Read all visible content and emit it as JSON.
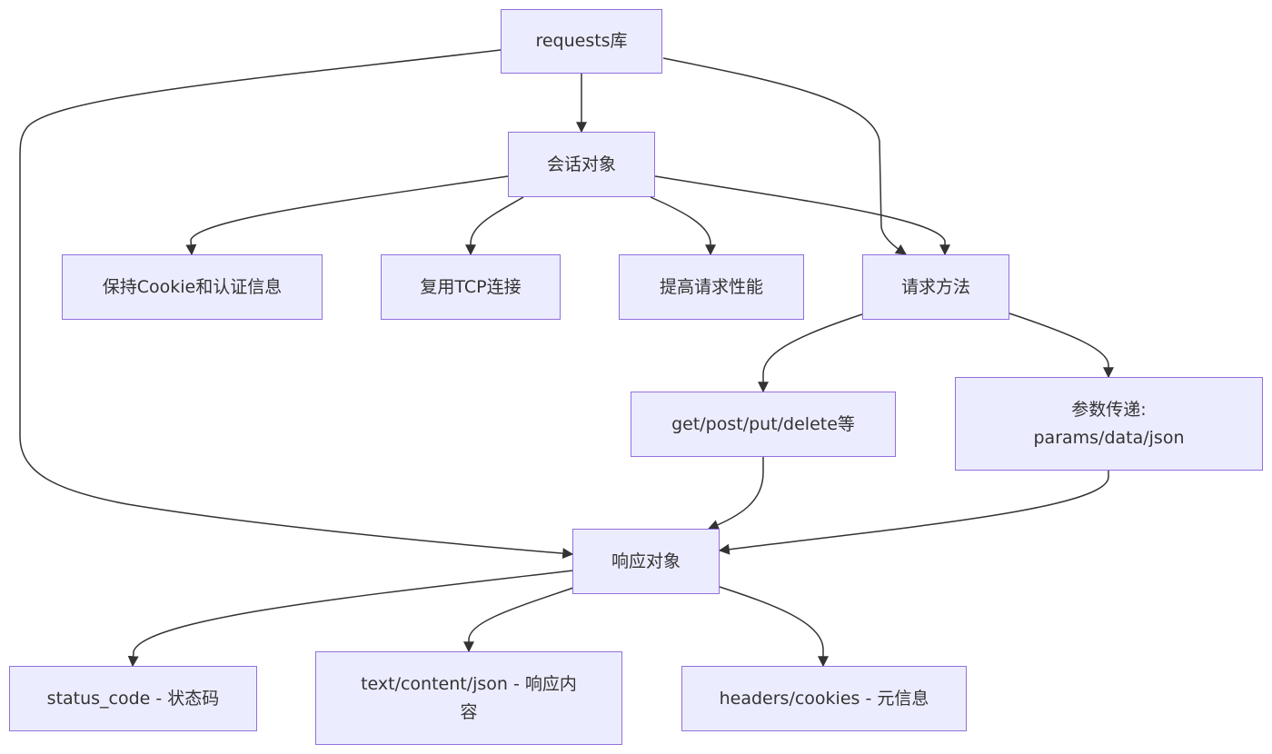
{
  "diagram": {
    "type": "flowchart",
    "colors": {
      "node_fill": "#ECECFF",
      "node_border": "#9370DB",
      "edge": "#333333",
      "text": "#333333"
    },
    "nodes": {
      "requests": "requests库",
      "session": "会话对象",
      "cookie": "保持Cookie和认证信息",
      "tcp": "复用TCP连接",
      "perf": "提高请求性能",
      "method": "请求方法",
      "verbs": "get/post/put/delete等",
      "params": "参数传递:\nparams/data/json",
      "response": "响应对象",
      "status": "status_code - 状态码",
      "text": "text/content/json - 响应内\n容",
      "headers": "headers/cookies - 元信息"
    },
    "edges": [
      {
        "from": "requests",
        "to": "session"
      },
      {
        "from": "requests",
        "to": "method"
      },
      {
        "from": "requests",
        "to": "response"
      },
      {
        "from": "session",
        "to": "cookie"
      },
      {
        "from": "session",
        "to": "tcp"
      },
      {
        "from": "session",
        "to": "perf"
      },
      {
        "from": "session",
        "to": "method"
      },
      {
        "from": "method",
        "to": "verbs"
      },
      {
        "from": "method",
        "to": "params"
      },
      {
        "from": "verbs",
        "to": "response"
      },
      {
        "from": "params",
        "to": "response"
      },
      {
        "from": "response",
        "to": "status"
      },
      {
        "from": "response",
        "to": "text"
      },
      {
        "from": "response",
        "to": "headers"
      }
    ]
  }
}
